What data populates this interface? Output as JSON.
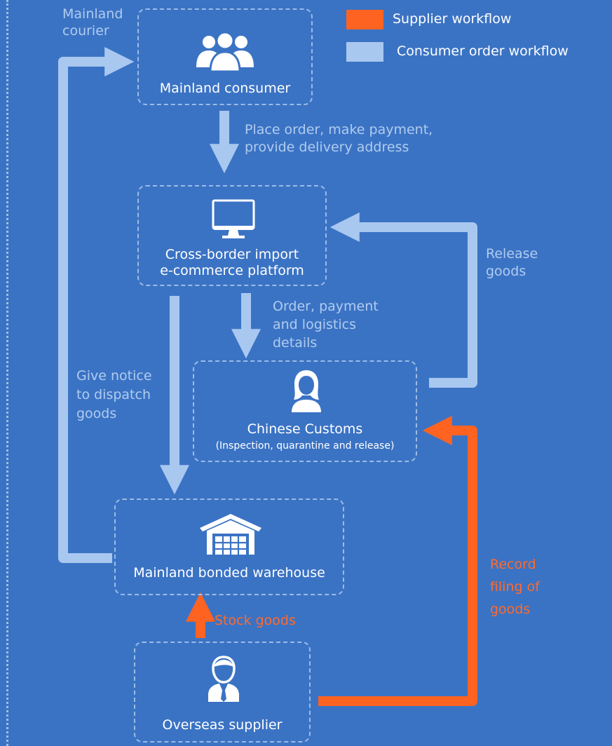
{
  "legend": {
    "supplier": {
      "label": "Supplier workflow",
      "color": "#ff6321"
    },
    "consumer": {
      "label": "Consumer order workflow",
      "color": "#a9c8f0"
    }
  },
  "nodes": {
    "consumer": {
      "label": "Mainland consumer",
      "icon": "people-group-icon"
    },
    "platform": {
      "label_line1": "Cross-border import",
      "label_line2": "e-commerce platform",
      "icon": "monitor-icon"
    },
    "customs": {
      "label": "Chinese Customs",
      "sublabel": "(Inspection, quarantine and release)",
      "icon": "woman-user-icon"
    },
    "warehouse": {
      "label": "Mainland bonded warehouse",
      "icon": "warehouse-icon"
    },
    "supplier": {
      "label": "Overseas supplier",
      "icon": "businessman-icon"
    }
  },
  "edges": {
    "courier": {
      "line1": "Mainland",
      "line2": "courier"
    },
    "place_order": {
      "line1": "Place order, make payment,",
      "line2": "provide delivery address"
    },
    "release_goods": {
      "line1": "Release",
      "line2": "goods"
    },
    "order_details": {
      "line1": "Order, payment",
      "line2": "and logistics",
      "line3": "details"
    },
    "dispatch_notice": {
      "line1": "Give notice",
      "line2": "to dispatch",
      "line3": "goods"
    },
    "stock_goods": {
      "label": "Stock goods"
    },
    "record_filing": {
      "line1": "Record",
      "line2": "filing of",
      "line3": "goods"
    }
  },
  "colors": {
    "background": "#3b73c4",
    "consumer_flow": "#a9c8f0",
    "supplier_flow": "#ff6321"
  }
}
